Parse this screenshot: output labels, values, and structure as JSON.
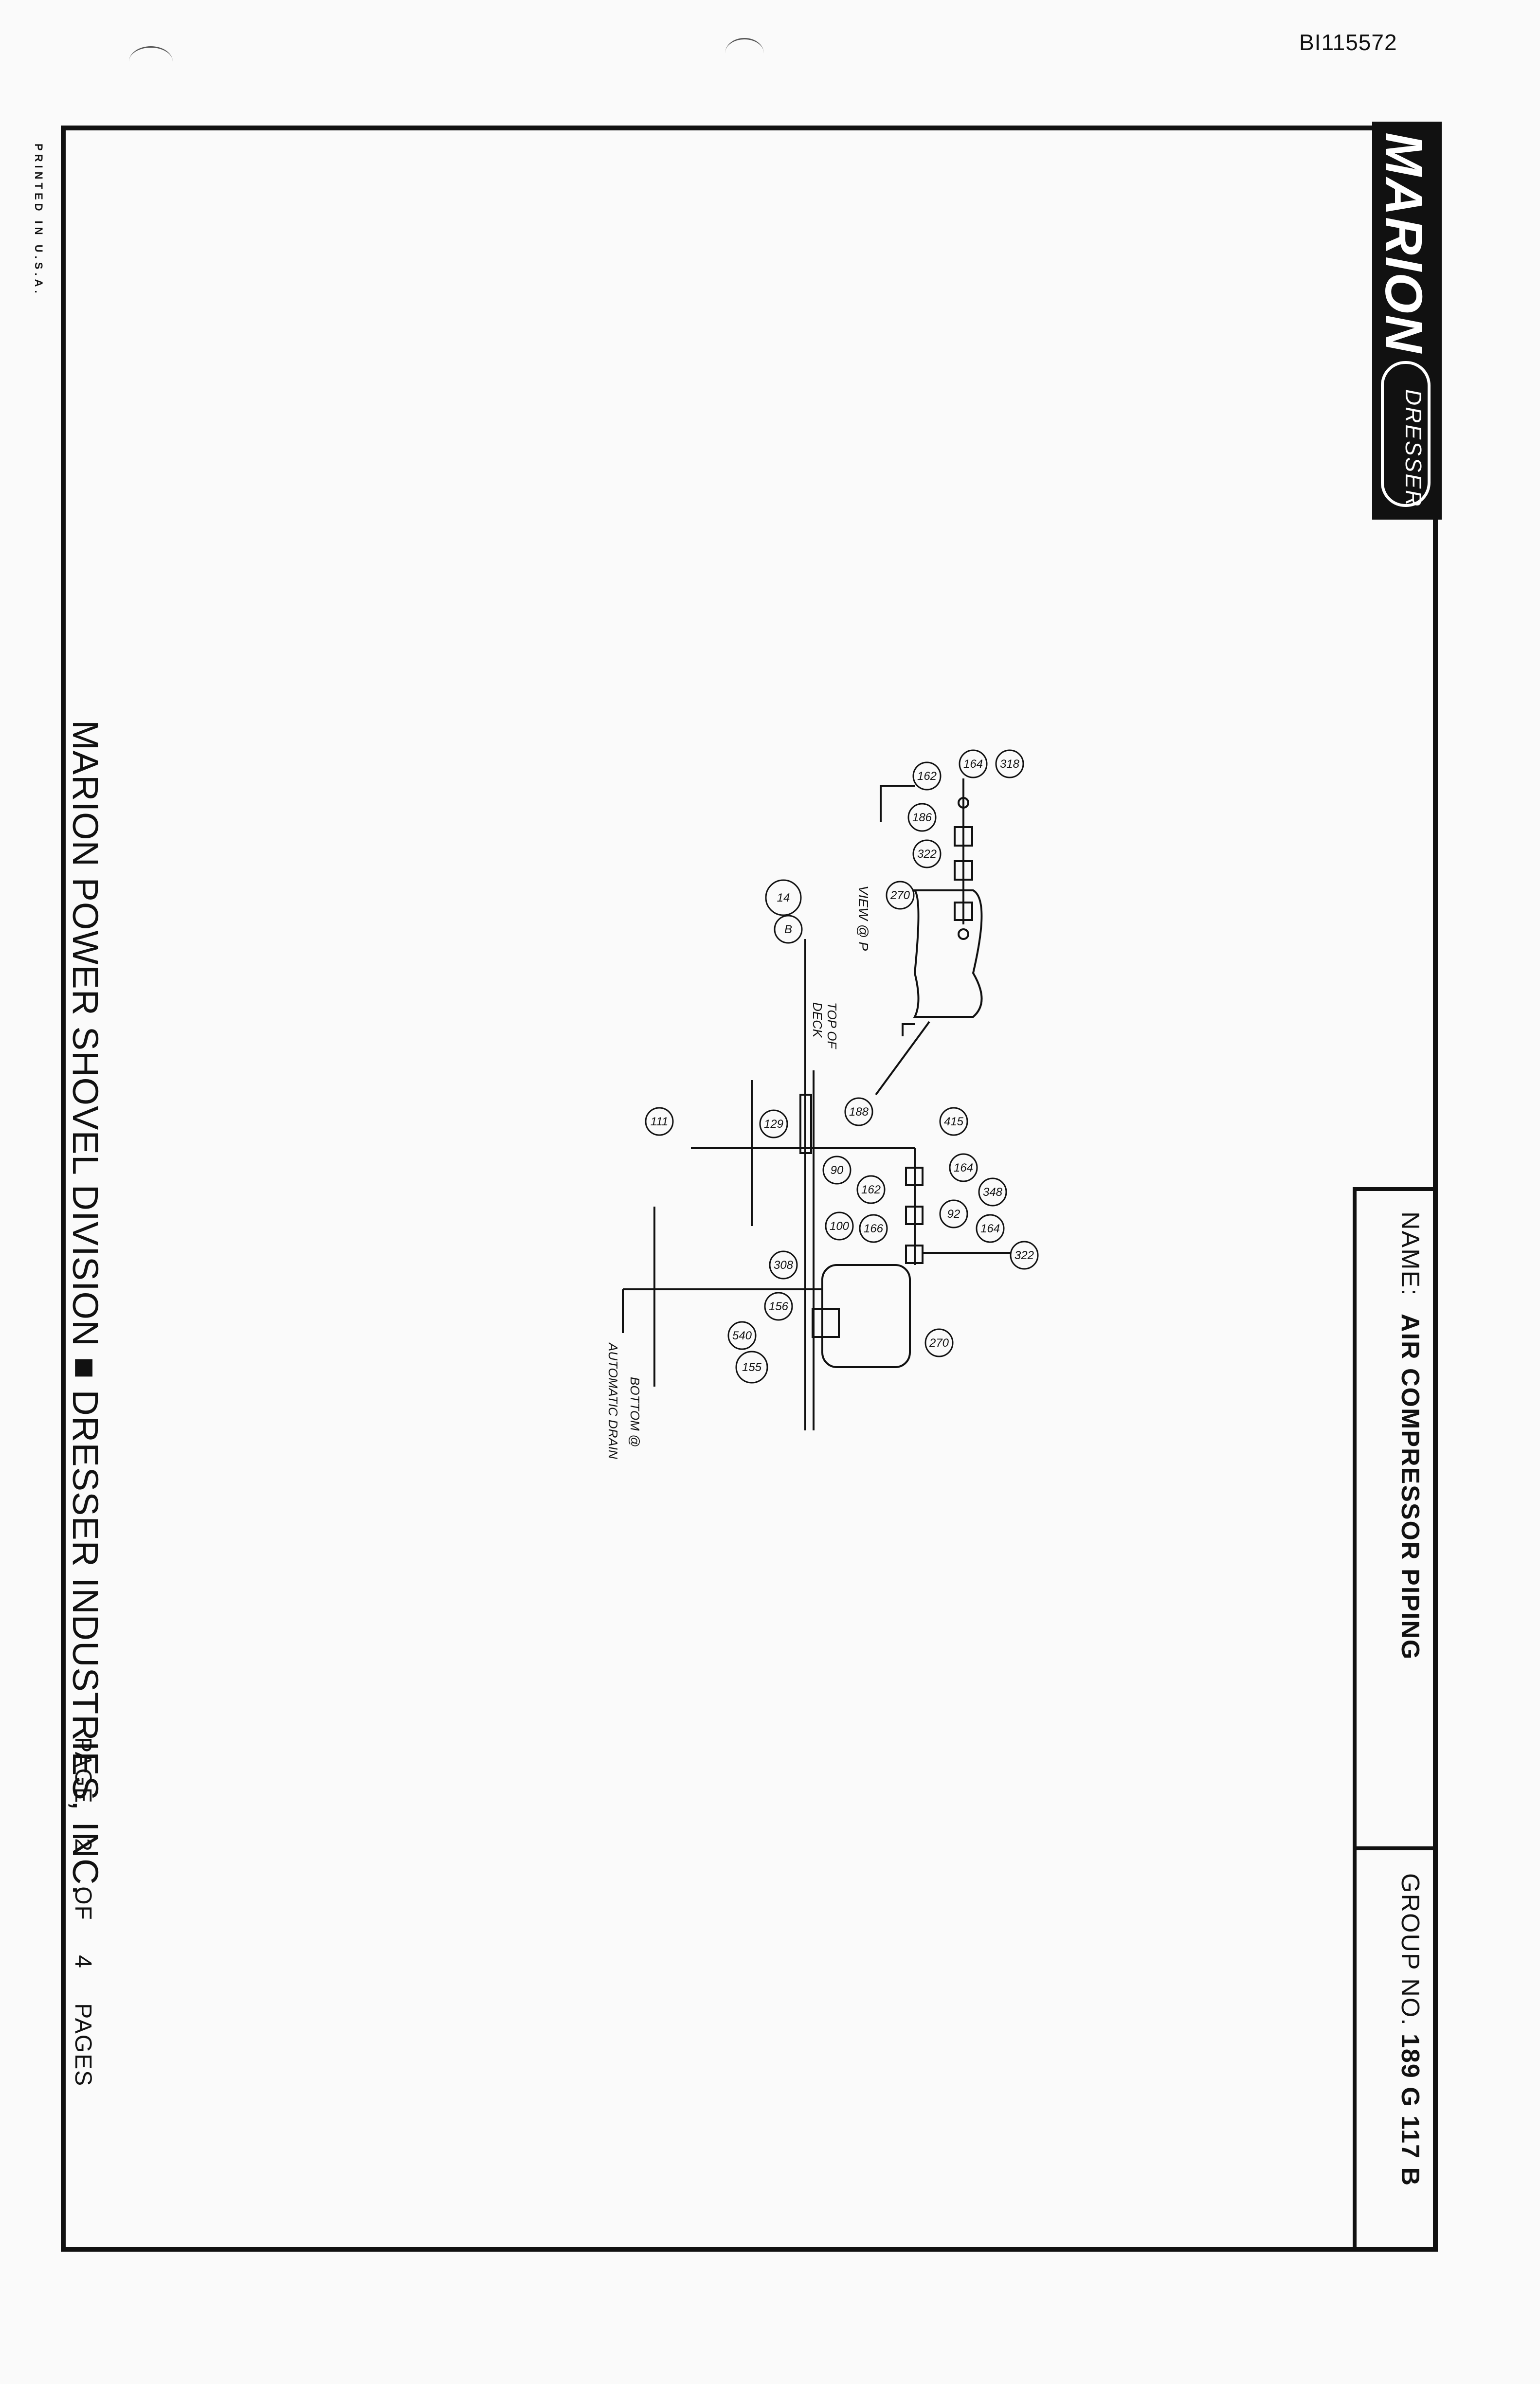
{
  "document": {
    "id": "BI115572",
    "printed_note": "PRINTED IN U.S.A."
  },
  "logo": {
    "brand": "MARION",
    "sub_brand": "DRESSER"
  },
  "title_block": {
    "name_label": "NAME:",
    "name_value": "AIR COMPRESSOR PIPING",
    "group_label": "GROUP NO.",
    "group_value": "189 G 117 B"
  },
  "footer": {
    "company": "MARION POWER SHOVEL DIVISION ■ DRESSER INDUSTRIES, INC.",
    "page_word": "PAGE",
    "page_num": "2",
    "of_word": "OF",
    "total_pages": "4",
    "pages_word": "PAGES"
  },
  "diagram": {
    "notes": {
      "view": "VIEW @ P",
      "top_of_deck_1": "TOP OF",
      "top_of_deck_2": "DECK",
      "bottom_1": "BOTTOM @",
      "bottom_2": "AUTOMATIC DRAIN"
    },
    "callouts_upper": [
      "318",
      "164",
      "162",
      "186",
      "322",
      "270",
      "14",
      "B"
    ],
    "callouts_lower": [
      "188",
      "415",
      "111",
      "129",
      "90",
      "164",
      "162",
      "348",
      "92",
      "166",
      "164",
      "322",
      "100",
      "308",
      "156",
      "270",
      "540",
      "155"
    ]
  }
}
